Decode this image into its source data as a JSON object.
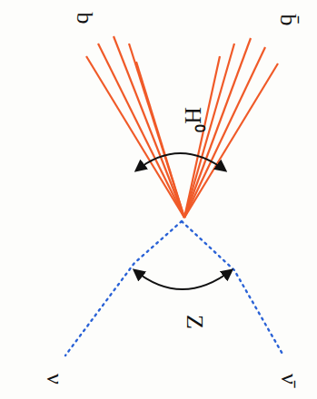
{
  "diagram": {
    "labels": [
      "b",
      "b̄",
      "H⁰",
      "Z",
      "ν",
      "ν̄"
    ]
  }
}
